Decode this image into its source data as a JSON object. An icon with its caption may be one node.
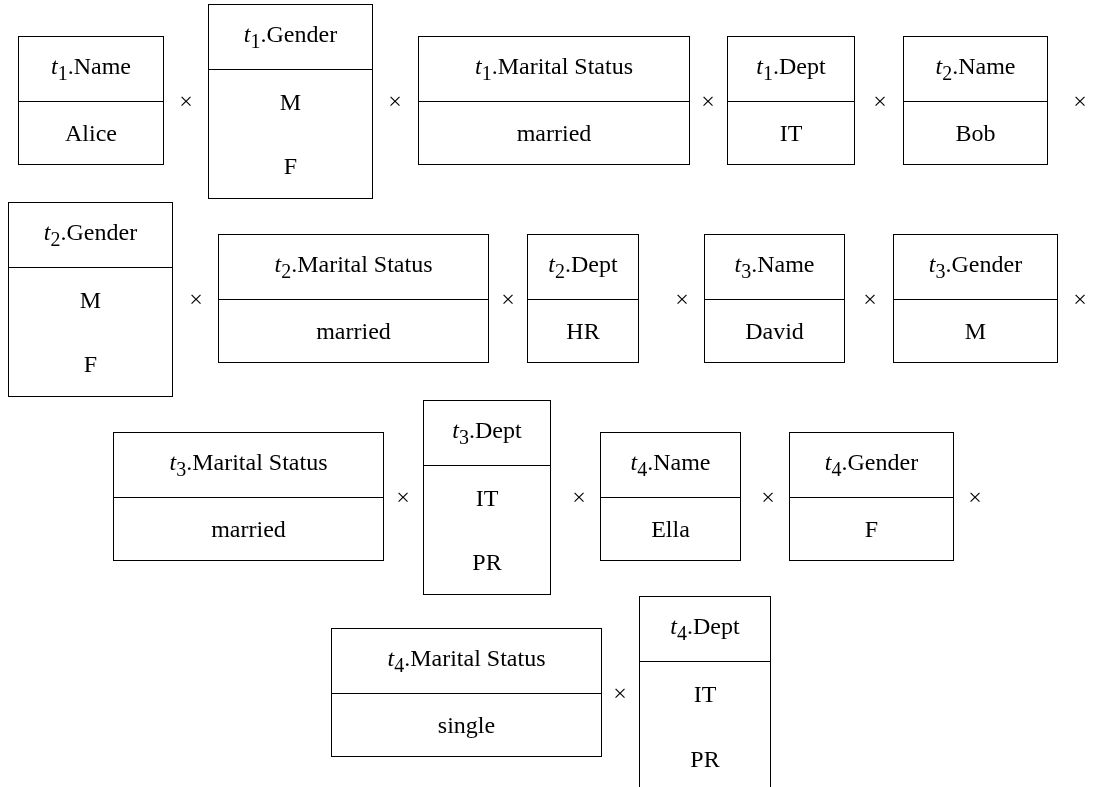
{
  "diagram": {
    "nodes": [
      {
        "text": [
          "*t*$_{1}$.Name",
          "Alice"
        ]
      },
      {
        "text": [
          "*t*$_{1}$.Gender",
          "M",
          "F"
        ]
      },
      {
        "text": [
          "*t*$_{1}$.Marital Status",
          "married"
        ]
      },
      {
        "text": [
          "*t*$_{1}$.Dept",
          "IT"
        ]
      },
      {
        "text": [
          "*t*$_{2}$.Name",
          "Bob"
        ]
      },
      {
        "text": [
          "*t*$_{2}$.Gender",
          "M",
          "F"
        ]
      },
      {
        "text": [
          "*t*$_{2}$.Marital Status",
          "married"
        ]
      },
      {
        "text": [
          "*t*$_{2}$.Dept",
          "HR"
        ]
      },
      {
        "text": [
          "*t*$_{3}$.Name",
          "David"
        ]
      },
      {
        "text": [
          "*t*$_{3}$.Gender",
          "M"
        ]
      },
      {
        "text": [
          "*t*$_{3}$.Marital Status",
          "married"
        ]
      },
      {
        "text": [
          "*t*$_{3}$.Dept",
          "IT",
          "PR"
        ]
      },
      {
        "text": [
          "*t*$_{4}$.Name",
          "Ella"
        ]
      },
      {
        "text": [
          "*t*$_{4}$.Gender",
          "F"
        ]
      },
      {
        "text": [
          "*t*$_{4}$.Marital Status",
          "single"
        ]
      },
      {
        "text": [
          "*t*$_{4}$.Dept",
          "IT",
          "PR"
        ]
      }
    ],
    "labels": [
      "×",
      "×",
      "×",
      "×",
      "×",
      "×",
      "×",
      "×",
      "×",
      "×",
      "×",
      "×",
      "×",
      "×",
      "×"
    ]
  }
}
